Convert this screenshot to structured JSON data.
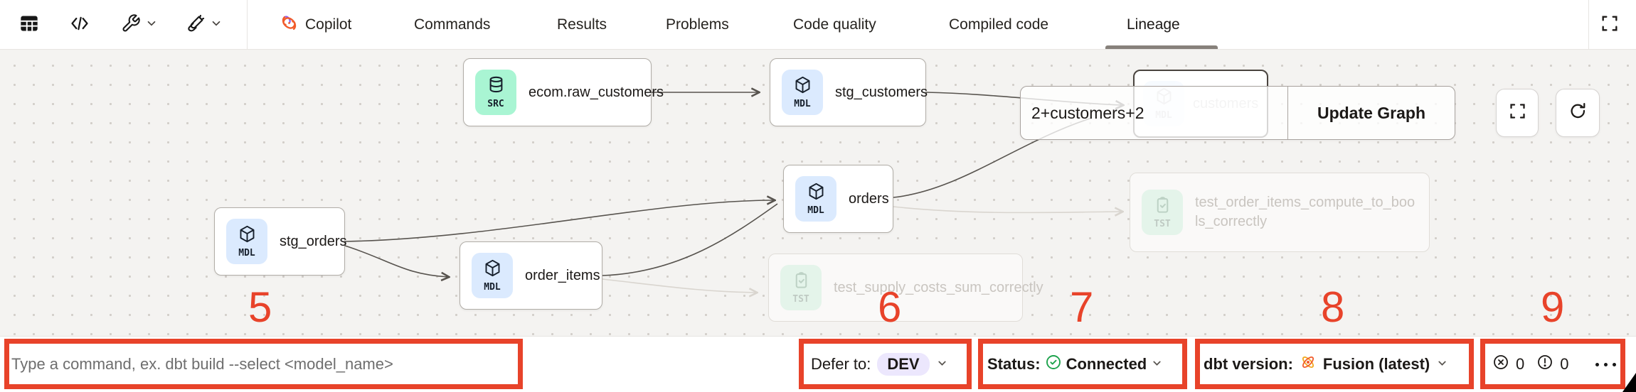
{
  "topbar": {
    "tabs": [
      {
        "label": "Copilot"
      },
      {
        "label": "Commands"
      },
      {
        "label": "Results"
      },
      {
        "label": "Problems"
      },
      {
        "label": "Code quality"
      },
      {
        "label": "Compiled code"
      },
      {
        "label": "Lineage"
      }
    ],
    "active_tab": "Lineage"
  },
  "graph": {
    "nodes": [
      {
        "badge": "SRC",
        "label": "ecom.raw_customers"
      },
      {
        "badge": "MDL",
        "label": "stg_customers"
      },
      {
        "badge": "MDL",
        "label": "stg_orders"
      },
      {
        "badge": "MDL",
        "label": "order_items"
      },
      {
        "badge": "MDL",
        "label": "orders"
      },
      {
        "badge": "MDL",
        "label": "customers"
      },
      {
        "badge": "TST",
        "label": "test_order_items_compute_to_bools_correctly"
      },
      {
        "badge": "TST",
        "label": "test_supply_costs_sum_correctly"
      }
    ],
    "controls": {
      "selection": "2+customers+2",
      "update_button": "Update Graph"
    }
  },
  "annotations": [
    {
      "n": "5"
    },
    {
      "n": "6"
    },
    {
      "n": "7"
    },
    {
      "n": "8"
    },
    {
      "n": "9"
    }
  ],
  "statusbar": {
    "command_placeholder": "Type a command, ex. dbt build --select <model_name>",
    "defer": {
      "label": "Defer to:",
      "value": "DEV"
    },
    "status": {
      "label": "Status:",
      "value": "Connected"
    },
    "version": {
      "label": "dbt version:",
      "value": "Fusion (latest)"
    },
    "counts": {
      "errors": "0",
      "warnings": "0"
    }
  },
  "icons": {
    "topbar_left": [
      "table-icon",
      "code-icon",
      "wrench-icon",
      "broom-icon"
    ],
    "graph": [
      "fit-view-icon",
      "refresh-icon"
    ],
    "statusbar": [
      "check-circle-icon",
      "atom-icon",
      "error-circle-icon",
      "warning-circle-icon",
      "more-options-icon"
    ]
  },
  "colors": {
    "annotation": "#e8432a",
    "src_badge": "#a9f5d3",
    "mdl_badge": "#dbeafe",
    "tst_badge": "#def5e6",
    "dev_pill": "#ece7fd",
    "connected_green": "#1ea34d",
    "fusion_orange": "#f15b2b"
  }
}
